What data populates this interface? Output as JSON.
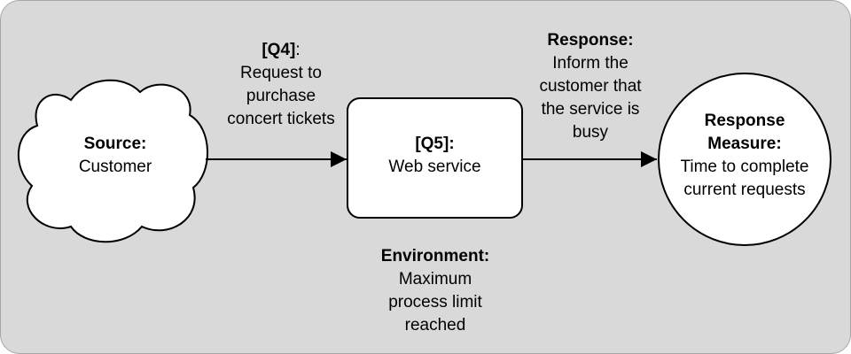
{
  "source": {
    "title": "Source:",
    "text": "Customer"
  },
  "stimulus": {
    "title": "[Q4]",
    "title_suffix": ":",
    "lines": [
      "Request to",
      "purchase",
      "concert tickets"
    ]
  },
  "artifact": {
    "title": "[Q5]:",
    "text": "Web service"
  },
  "environment": {
    "title": "Environment:",
    "lines": [
      "Maximum",
      "process limit",
      "reached"
    ]
  },
  "response": {
    "title": "Response:",
    "lines": [
      "Inform the",
      "customer that",
      "the service is",
      "busy"
    ]
  },
  "measure": {
    "title_lines": [
      "Response",
      "Measure:"
    ],
    "lines": [
      "Time to complete",
      "current requests"
    ]
  },
  "colors": {
    "background": "#d9d9d9",
    "shape_fill": "#ffffff",
    "stroke": "#000000"
  }
}
